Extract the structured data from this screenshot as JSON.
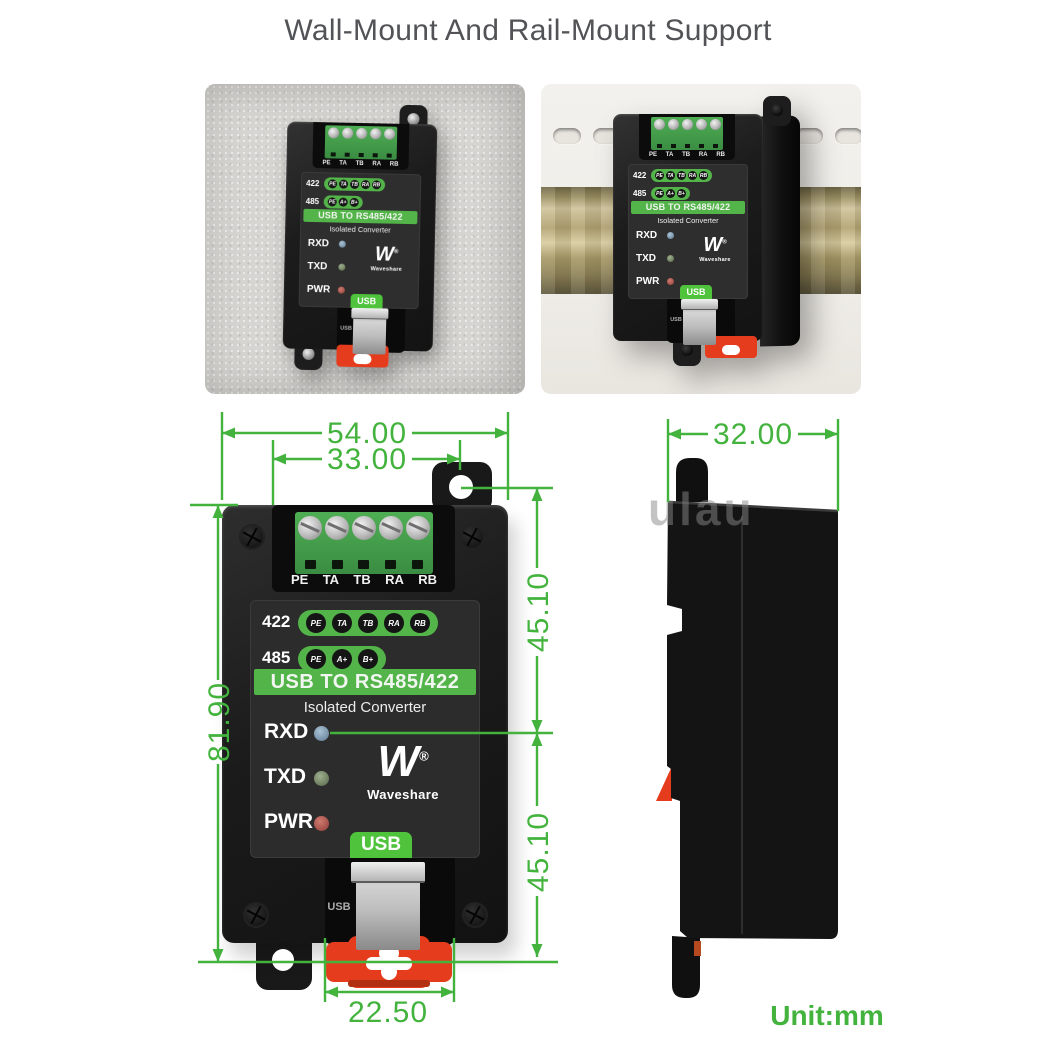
{
  "title": "Wall-Mount And Rail-Mount Support",
  "unit_label": "Unit:mm",
  "watermark": "ulau",
  "dims": {
    "w_outer": "54.00",
    "w_inner": "33.00",
    "h_outer": "81.90",
    "h_top": "45.10",
    "h_bottom": "45.10",
    "usb_w": "22.50",
    "depth": "32.00"
  },
  "device": {
    "terminals": [
      "PE",
      "TA",
      "TB",
      "RA",
      "RB"
    ],
    "row422_label": "422",
    "row422_pins": [
      "PE",
      "TA",
      "TB",
      "RA",
      "RB"
    ],
    "row485_label": "485",
    "row485_pins": [
      "PE",
      "A+",
      "B+"
    ],
    "banner": "USB TO RS485/422",
    "subtitle": "Isolated Converter",
    "led_rxd": "RXD",
    "led_txd": "TXD",
    "led_pwr": "PWR",
    "brand_mark": "W",
    "reg": "®",
    "brand": "Waveshare",
    "usb_tab": "USB",
    "usb_port": "USB"
  }
}
